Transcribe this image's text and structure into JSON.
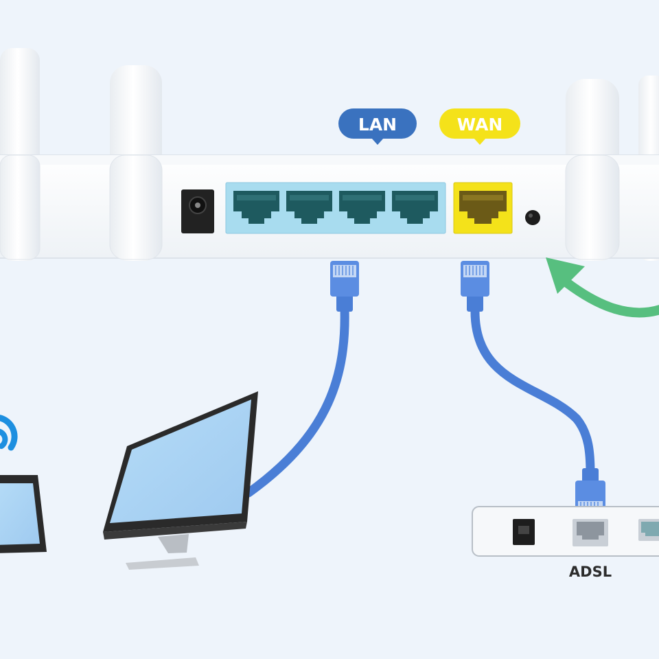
{
  "labels": {
    "lan": "LAN",
    "wan": "WAN",
    "adsl": "ADSL"
  },
  "colors": {
    "background": "#eef4fb",
    "lan_badge": "#3a72bf",
    "wan_badge": "#f4e21a",
    "cable": "#4a7ed6",
    "arrow": "#57bf7f",
    "wifi": "#1d8fe0",
    "screen": "#a9d3f3"
  },
  "icons": [
    "power-jack-icon",
    "ethernet-port-icon",
    "reset-button-icon",
    "wifi-signal-icon",
    "ethernet-plug-icon",
    "arrow-icon"
  ]
}
